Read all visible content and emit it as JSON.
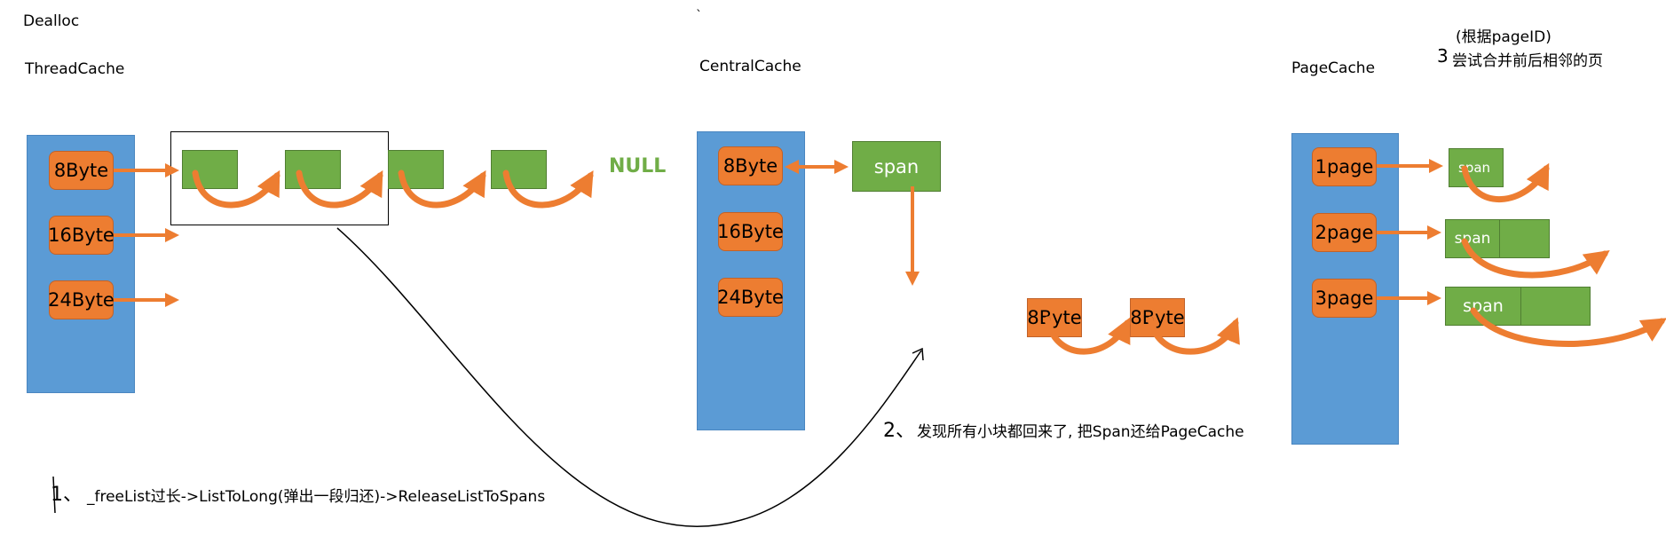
{
  "title": "Dealloc",
  "tick_mark": "`",
  "thread_cache": {
    "title": "ThreadCache",
    "buckets": [
      "8Byte",
      "16Byte",
      "24Byte"
    ]
  },
  "central_cache": {
    "title": "CentralCache",
    "buckets": [
      "8Byte",
      "16Byte",
      "24Byte"
    ],
    "span_label": "span"
  },
  "page_cache": {
    "title": "PageCache",
    "buckets": [
      "1page",
      "2page",
      "3page"
    ],
    "span_labels": [
      "span",
      "span",
      "span"
    ]
  },
  "null_label": "NULL",
  "freed_blocks": [
    "8Byte",
    "8Byte"
  ],
  "notes": {
    "step1_mark": "1、",
    "step1": "_freeList过长->ListToLong(弹出一段归还)->ReleaseListToSpans",
    "step2_mark": "2、",
    "step2": "发现所有小块都回来了, 把Span还给PageCache",
    "step3_mark": "3",
    "step3_line1": "(根据pageID)",
    "step3_line2": "尝试合并前后相邻的页"
  },
  "colors": {
    "column_blue": "#5b9bd5",
    "bucket_orange": "#ed7d31",
    "block_green": "#70ad47",
    "null_green": "#70ad47"
  }
}
